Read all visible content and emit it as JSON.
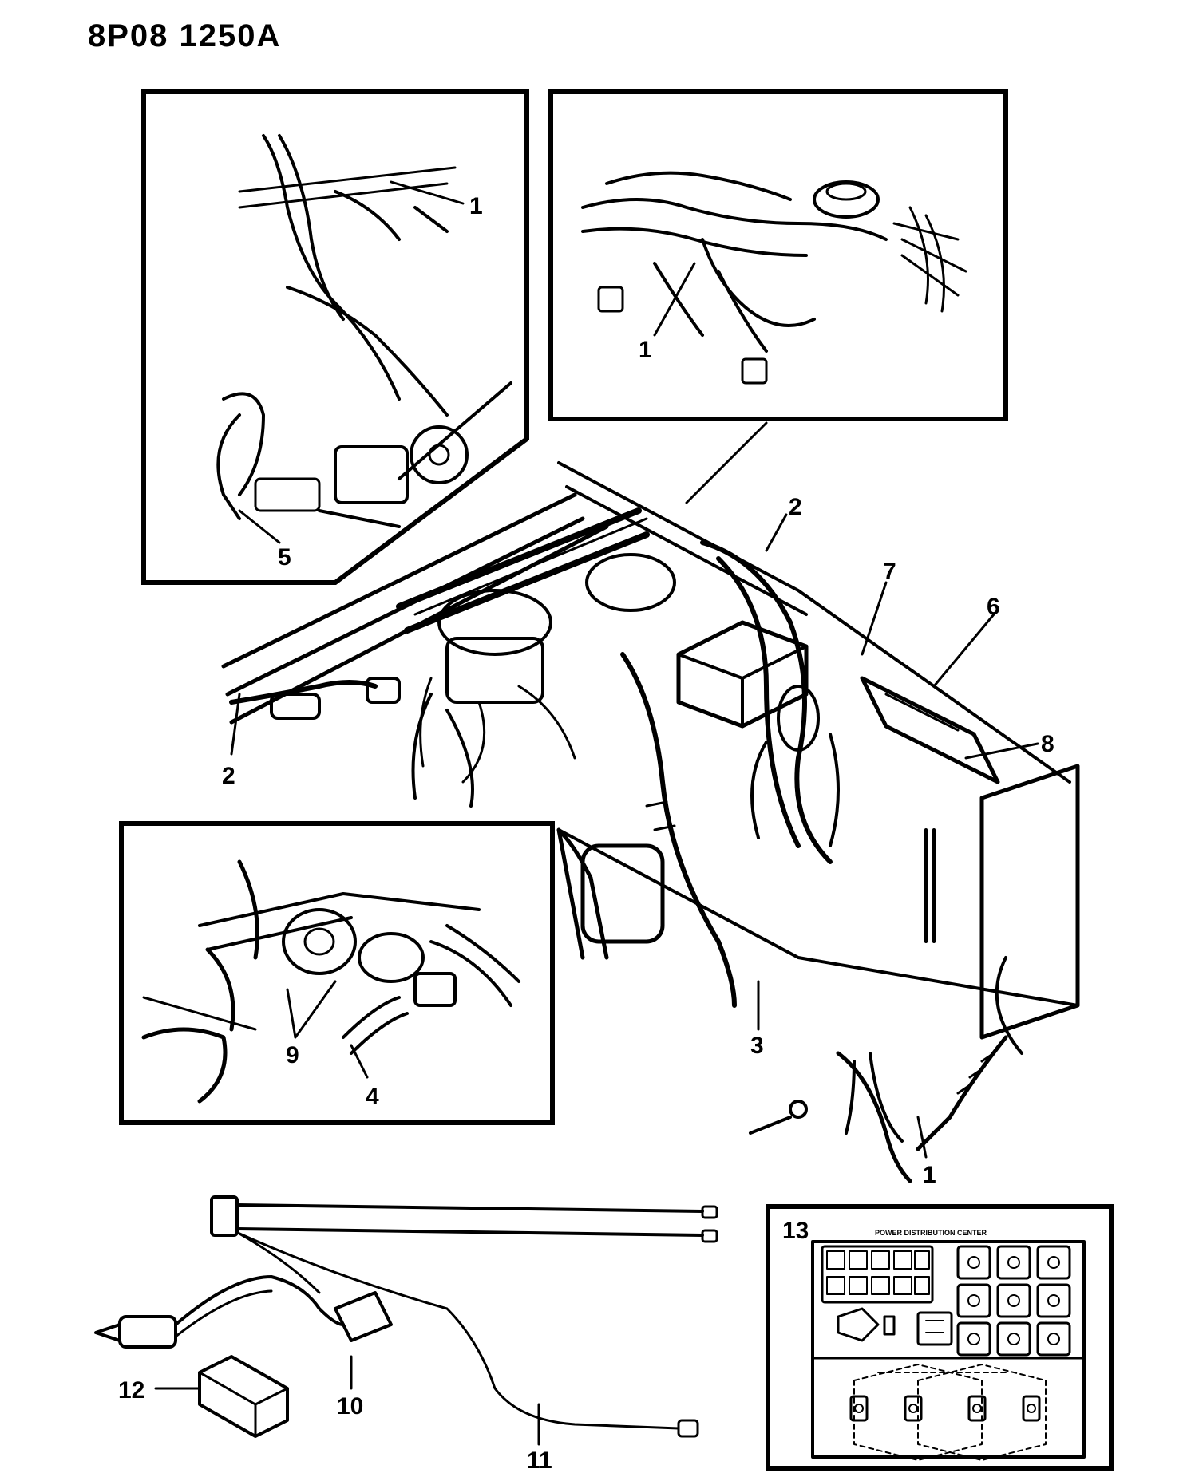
{
  "reference_code": "8P08 1250A",
  "inset_13_caption": "POWER DISTRIBUTION CENTER",
  "callouts": {
    "inset_top_left_1": "1",
    "inset_top_left_5": "5",
    "inset_top_right_1": "1",
    "main_2_top": "2",
    "main_2_left": "2",
    "main_7": "7",
    "main_6": "6",
    "main_8": "8",
    "main_3": "3",
    "main_1_bottom": "1",
    "inset_mid_9": "9",
    "inset_mid_4": "4",
    "part_10": "10",
    "part_11": "11",
    "part_12": "12",
    "part_13": "13"
  }
}
